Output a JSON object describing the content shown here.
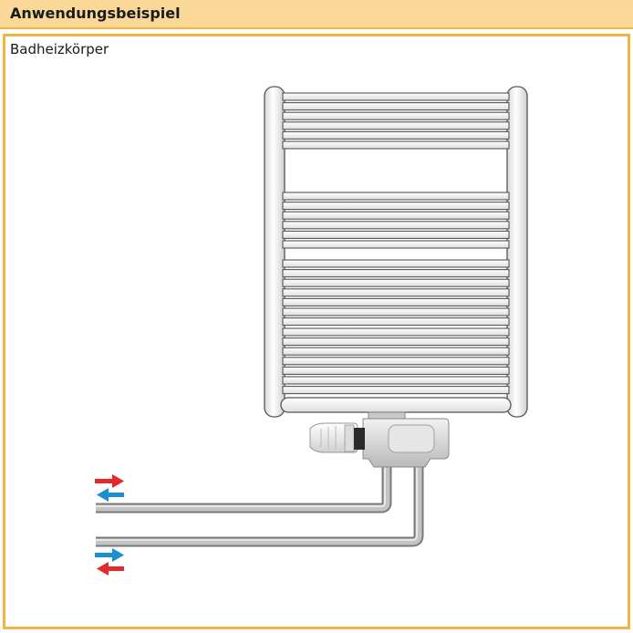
{
  "header": {
    "title": "Anwendungsbeispiel"
  },
  "caption": "Badheizkörper",
  "colors": {
    "accent_fill": "#fad898",
    "accent_border": "#f0b642",
    "flow_hot": "#e2292b",
    "flow_cold": "#1c8fd1",
    "radiator_outline": "#555555",
    "pipe": "#a8a8a8"
  },
  "icons": [
    "flow-arrow-right-hot",
    "flow-arrow-left-cold",
    "flow-arrow-right-cold",
    "flow-arrow-left-hot"
  ]
}
